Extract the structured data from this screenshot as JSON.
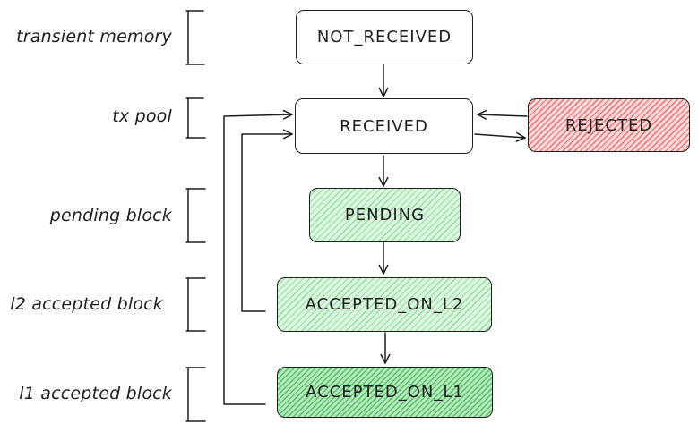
{
  "layers": [
    {
      "label": "transient memory"
    },
    {
      "label": "tx pool"
    },
    {
      "label": "pending block"
    },
    {
      "label": "l2 accepted block"
    },
    {
      "label": "l1 accepted block"
    }
  ],
  "states": {
    "not_received": "NOT_RECEIVED",
    "received": "RECEIVED",
    "rejected": "REJECTED",
    "pending": "PENDING",
    "accepted_on_l2": "ACCEPTED_ON_L2",
    "accepted_on_l1": "ACCEPTED_ON_L1"
  },
  "colors": {
    "stroke": "#1e1e1e",
    "green_fill": "#b2f2bb",
    "green_fill_dark": "#69db7c",
    "red_fill": "#ffc9c9"
  }
}
